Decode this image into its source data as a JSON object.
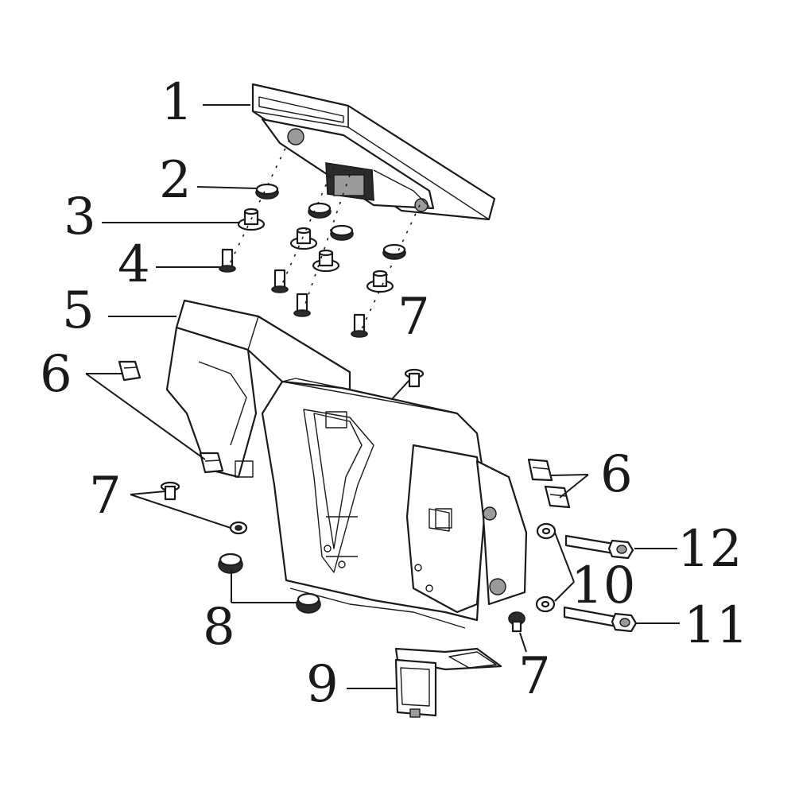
{
  "callouts": [
    {
      "id": "1",
      "text": "1"
    },
    {
      "id": "2",
      "text": "2"
    },
    {
      "id": "3",
      "text": "3"
    },
    {
      "id": "4",
      "text": "4"
    },
    {
      "id": "5",
      "text": "5"
    },
    {
      "id": "6a",
      "text": "6"
    },
    {
      "id": "6b",
      "text": "6"
    },
    {
      "id": "7a",
      "text": "7"
    },
    {
      "id": "7b",
      "text": "7"
    },
    {
      "id": "7c",
      "text": "7"
    },
    {
      "id": "8",
      "text": "8"
    },
    {
      "id": "9",
      "text": "9"
    },
    {
      "id": "10",
      "text": "10"
    },
    {
      "id": "11",
      "text": "11"
    },
    {
      "id": "12",
      "text": "12"
    }
  ],
  "colors": {
    "line": "#1a1a1a",
    "background": "#ffffff"
  }
}
